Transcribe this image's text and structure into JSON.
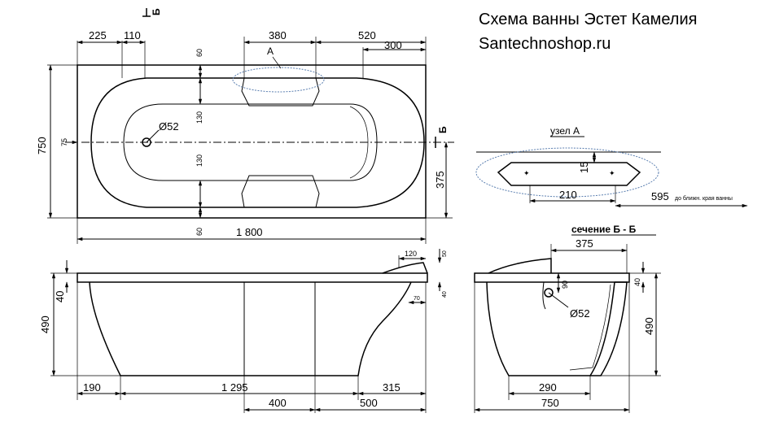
{
  "title": {
    "line1": "Схема ванны Эстет Камелия",
    "line2": "Santechnoshop.ru"
  },
  "labels": {
    "section_b_top": "Б",
    "section_b_side": "Б",
    "node_a_ref": "A",
    "node_a_title": "узел А",
    "section_title": "сечение Б - Б",
    "drain_top": "Ø52",
    "drain_section": "Ø52",
    "edge_note": "до ближн. края ванны"
  },
  "plan_view": {
    "d_225": "225",
    "d_110": "110",
    "d_380": "380",
    "d_520": "520",
    "d_300": "300",
    "d_750": "750",
    "d_375": "375",
    "d_75": "75",
    "d_60_top": "60",
    "d_130_top": "130",
    "d_130_bottom": "130",
    "d_60_bottom": "60",
    "d_1800": "1 800"
  },
  "node_a": {
    "d_15": "15",
    "d_210": "210",
    "d_595": "595"
  },
  "side_view": {
    "d_490": "490",
    "d_40": "40",
    "d_120": "120",
    "d_50": "50",
    "d_70": "70",
    "d_40b": "40",
    "d_190": "190",
    "d_1295": "1 295",
    "d_315": "315",
    "d_400": "400",
    "d_500": "500"
  },
  "section_view": {
    "d_375": "375",
    "d_90": "90",
    "d_40": "40",
    "d_490": "490",
    "d_290": "290",
    "d_750": "750"
  }
}
